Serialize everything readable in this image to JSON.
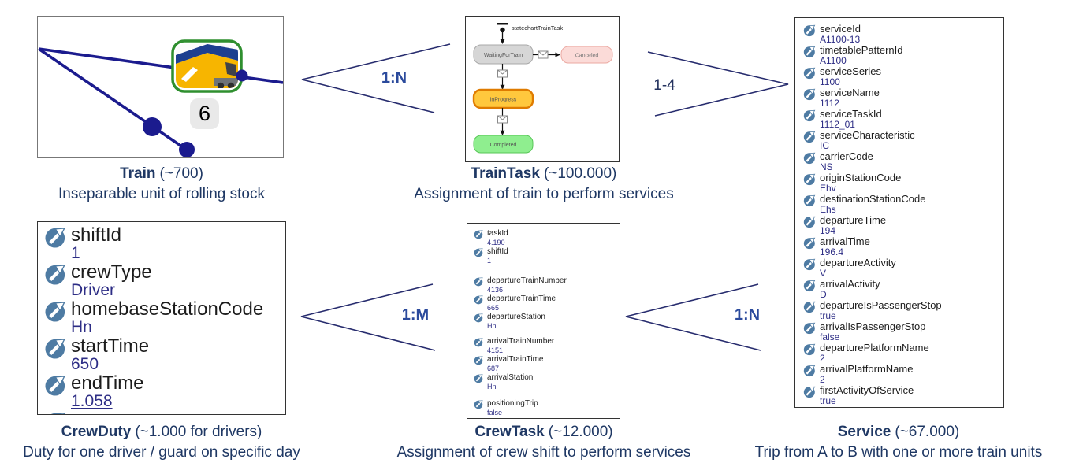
{
  "entities": {
    "train": {
      "name": "Train",
      "count": "(~700)",
      "description": "Inseparable unit of rolling stock",
      "badge": "6"
    },
    "trainTask": {
      "name": "TrainTask",
      "count": "(~100.000)",
      "description": "Assignment of train to perform services",
      "statechart": {
        "title": "statechartTrainTask",
        "states": {
          "waiting": "WaitingForTrain",
          "canceled": "Canceled",
          "in_progress": "inProgress",
          "completed": "Completed"
        }
      }
    },
    "service": {
      "name": "Service",
      "count": "(~67.000)",
      "description": "Trip from A to B with one or more train units",
      "attributes": [
        {
          "name": "serviceId",
          "value": "A1100-13"
        },
        {
          "name": "timetablePatternId",
          "value": "A1100"
        },
        {
          "name": "serviceSeries",
          "value": "1100"
        },
        {
          "name": "serviceName",
          "value": "1112"
        },
        {
          "name": "serviceTaskId",
          "value": "1112_01"
        },
        {
          "name": "serviceCharacteristic",
          "value": "IC"
        },
        {
          "name": "carrierCode",
          "value": "NS"
        },
        {
          "name": "originStationCode",
          "value": "Ehv"
        },
        {
          "name": "destinationStationCode",
          "value": "Ehs"
        },
        {
          "name": "departureTime",
          "value": "194"
        },
        {
          "name": "arrivalTime",
          "value": "196.4"
        },
        {
          "name": "departureActivity",
          "value": "V"
        },
        {
          "name": "arrivalActivity",
          "value": "D"
        },
        {
          "name": "departureIsPassengerStop",
          "value": "true"
        },
        {
          "name": "arrivalIsPassengerStop",
          "value": "false"
        },
        {
          "name": "departurePlatformName",
          "value": "2"
        },
        {
          "name": "arrivalPlatformName",
          "value": "2"
        },
        {
          "name": "firstActivityOfService",
          "value": "true"
        }
      ]
    },
    "crewDuty": {
      "name": "CrewDuty",
      "count": "(~1.000 for drivers)",
      "description": "Duty for one driver / guard on specific day",
      "attributes": [
        {
          "name": "shiftId",
          "value": "1"
        },
        {
          "name": "crewType",
          "value": "Driver"
        },
        {
          "name": "homebaseStationCode",
          "value": "Hn"
        },
        {
          "name": "startTime",
          "value": "650"
        },
        {
          "name": "endTime",
          "value": "1.058"
        }
      ]
    },
    "crewTask": {
      "name": "CrewTask",
      "count": "(~12.000)",
      "description": "Assignment of crew shift to perform services",
      "groups": [
        [
          {
            "name": "taskId",
            "value": "4.190"
          },
          {
            "name": "shiftId",
            "value": "1"
          }
        ],
        [
          {
            "name": "departureTrainNumber",
            "value": "4136"
          },
          {
            "name": "departureTrainTime",
            "value": "665"
          },
          {
            "name": "departureStation",
            "value": "Hn"
          }
        ],
        [
          {
            "name": "arrivalTrainNumber",
            "value": "4151"
          },
          {
            "name": "arrivalTrainTime",
            "value": "687"
          },
          {
            "name": "arrivalStation",
            "value": "Hn"
          }
        ],
        [
          {
            "name": "positioningTrip",
            "value": "false"
          }
        ]
      ]
    }
  },
  "relations": {
    "train_trainTask": "1:N",
    "trainTask_service": "1-4",
    "crewDuty_crewTask": "1:M",
    "crewTask_service": "1:N"
  },
  "colors": {
    "caption_navy": "#1f3864",
    "relation_blue": "#2b4a9c",
    "attribute_value_blue": "#2d2d85",
    "parameter_icon_blue": "#4e7ba3",
    "connector_navy": "#272c6e",
    "train_line_navy": "#1b1b8e",
    "train_outline_green": "#2f8f2f",
    "state_waiting_fill": "#d6d6d6",
    "state_canceled_fill": "#fbdbd8",
    "state_inprogress_fill": "#ffc83d",
    "state_inprogress_border": "#df7b00",
    "state_completed_fill": "#8fee8f"
  }
}
